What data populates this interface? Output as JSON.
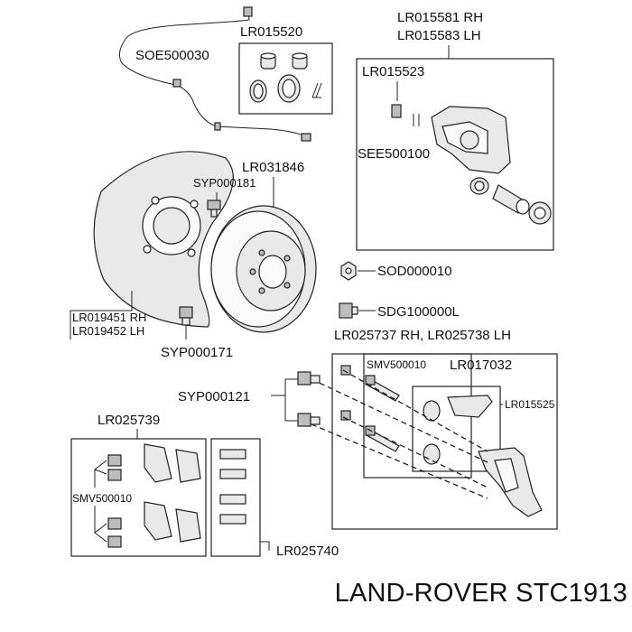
{
  "diagram": {
    "labels": {
      "soe500030": "SOE500030",
      "lr015520": "LR015520",
      "lr015581": "LR015581 RH",
      "lr015583": "LR015583 LH",
      "lr015523": "LR015523",
      "see500100": "SEE500100",
      "syp000181": "SYP000181",
      "lr031846": "LR031846",
      "sod000010": "SOD000010",
      "sdg100000l": "SDG100000L",
      "lr019451": "LR019451 RH",
      "lr019452": "LR019452 LH",
      "syp000171": "SYP000171",
      "lr025737": "LR025737 RH, LR025738 LH",
      "smv500010_top": "SMV500010",
      "lr017032": "LR017032",
      "syp000121": "SYP000121",
      "lr015525": "LR015525",
      "lr025739": "LR025739",
      "smv500010_left": "SMV500010",
      "lr025740": "LR025740"
    },
    "footer": "LAND-ROVER STC1913"
  }
}
